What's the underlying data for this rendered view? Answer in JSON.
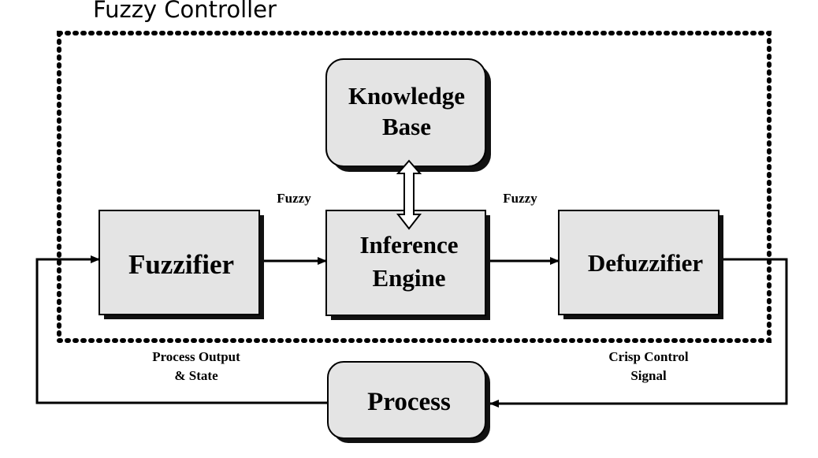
{
  "diagram": {
    "title": "Fuzzy Controller",
    "blocks": {
      "knowledge_base": [
        "Knowledge",
        "Base"
      ],
      "fuzzifier": [
        "Fuzzifier"
      ],
      "inference_engine": [
        "Inference",
        "Engine"
      ],
      "defuzzifier": [
        "Defuzzifier"
      ],
      "process": [
        "Process"
      ]
    },
    "signals": {
      "fuzzy_left": "Fuzzy",
      "fuzzy_right": "Fuzzy",
      "process_output": [
        "Process Output",
        "& State"
      ],
      "crisp_control": [
        "Crisp Control",
        "Signal"
      ]
    },
    "colors": {
      "block_fill": "#e4e4e4",
      "shadow": "#111111",
      "line": "#000000",
      "double_arrow_fill": "#ffffff"
    }
  }
}
